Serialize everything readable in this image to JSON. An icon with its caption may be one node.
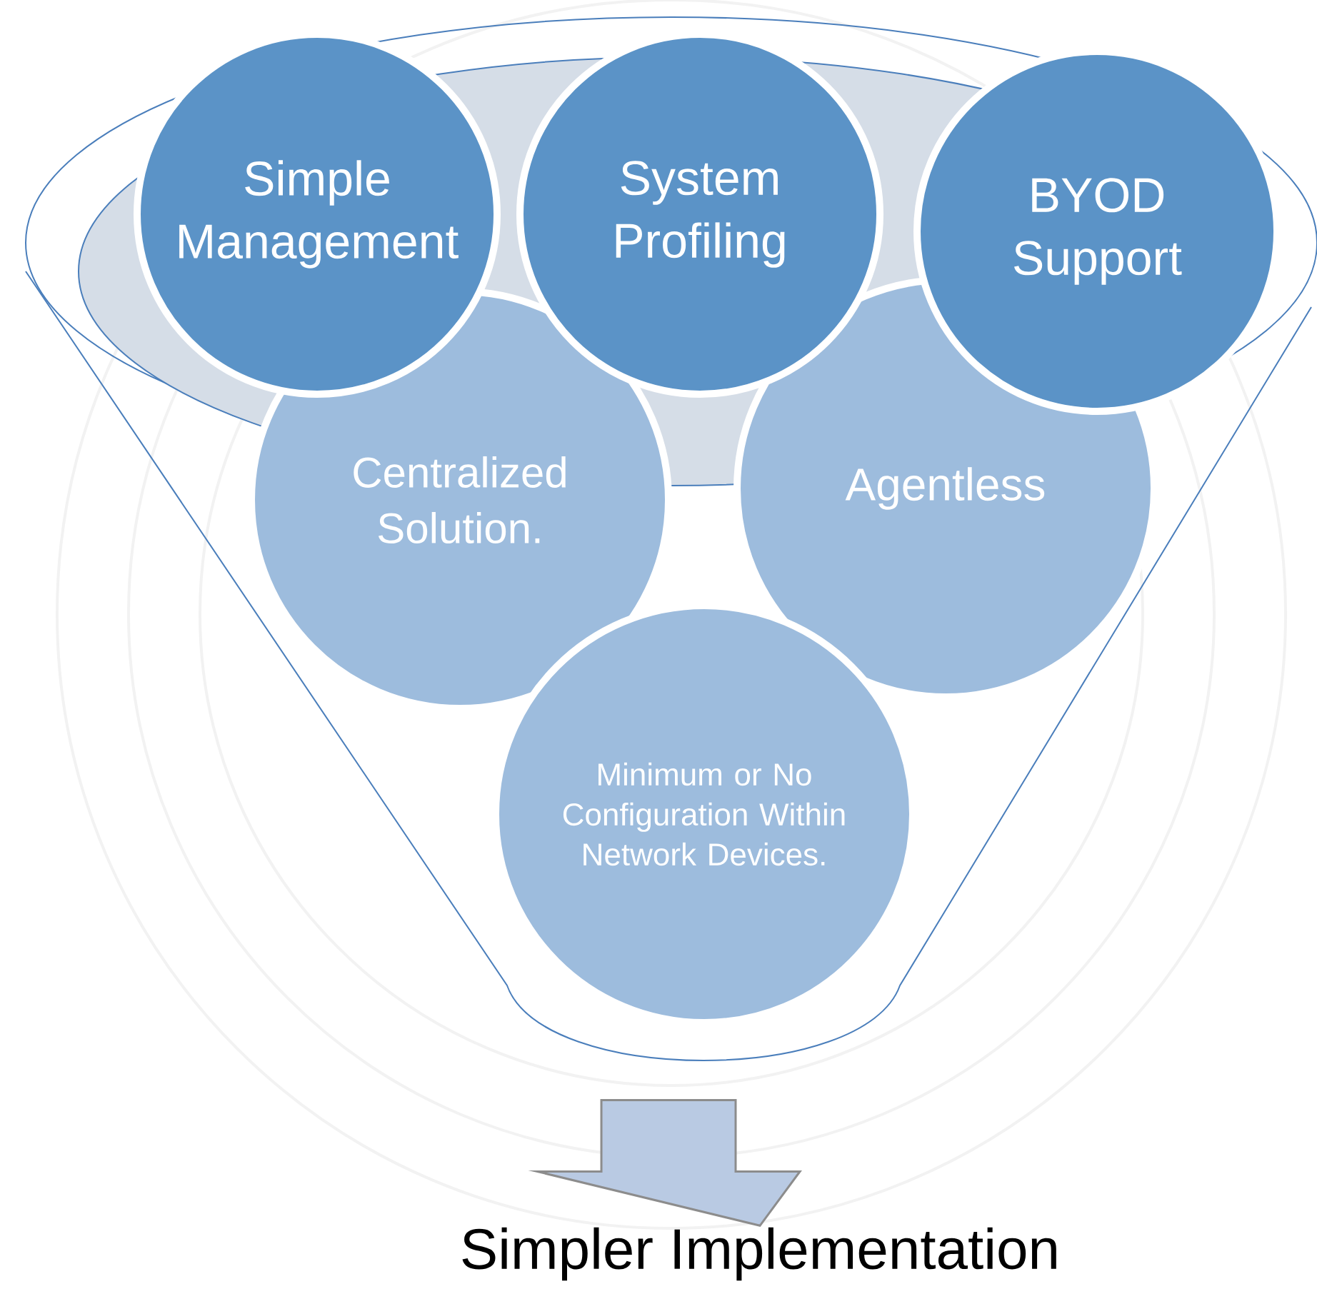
{
  "diagram": {
    "nodes": [
      {
        "text": [],
        "shape": "funnel"
      },
      {
        "text": [
          "Simple Management"
        ],
        "in": 0
      },
      {
        "text": [
          "System Profiling"
        ],
        "in": 0
      },
      {
        "text": [
          "BYOD Support"
        ],
        "in": 0
      },
      {
        "text": [
          "Centralized Solution."
        ],
        "in": 0
      },
      {
        "text": [
          "Agentless"
        ],
        "in": 0
      },
      {
        "text": [
          "Minimum or No Configuration Within Network Devices."
        ],
        "in": 0
      },
      {
        "text": [
          "Simpler Implementation"
        ]
      }
    ],
    "edges": [
      {
        "from": 0,
        "to": 7,
        "arrow": "to",
        "style": "thick"
      }
    ]
  }
}
